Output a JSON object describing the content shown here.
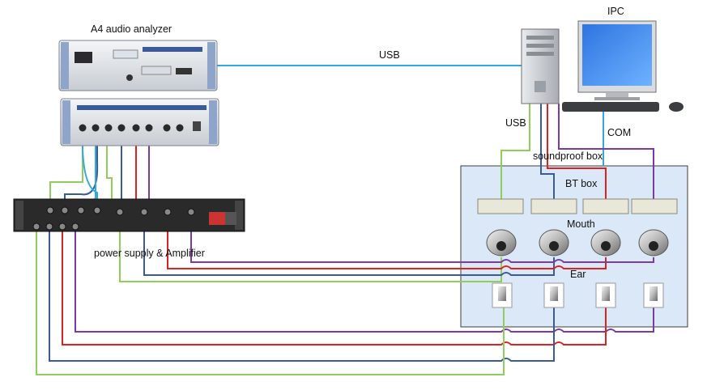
{
  "labels": {
    "analyzer": "A4 audio analyzer",
    "usb_top": "USB",
    "ipc": "IPC",
    "usb_side": "USB",
    "com": "COM",
    "soundproof_box": "soundproof box",
    "bt_box": "BT box",
    "mouth": "Mouth",
    "ear": "Ear",
    "power_amp": "power supply & Amplifier"
  },
  "colors": {
    "usb_cable": "#33aadd",
    "green_cable": "#8fce5a",
    "blue_cable": "#3a5a99",
    "red_cable": "#dd2222",
    "purple_cable": "#7b3aa8",
    "box_fill": "#dbe8f7",
    "box_border": "#3e3e3e"
  },
  "icons": {
    "analyzer_top": "rack-analyzer-icon",
    "analyzer_bottom": "rack-analyzer-icon",
    "amplifier": "rack-amplifier-icon",
    "pc_tower": "pc-tower-icon",
    "monitor": "monitor-icon",
    "keyboard": "keyboard-icon",
    "mouse": "mouse-icon",
    "bt_box": "bt-box-icon",
    "mouth": "artificial-mouth-icon",
    "ear": "artificial-ear-icon"
  }
}
